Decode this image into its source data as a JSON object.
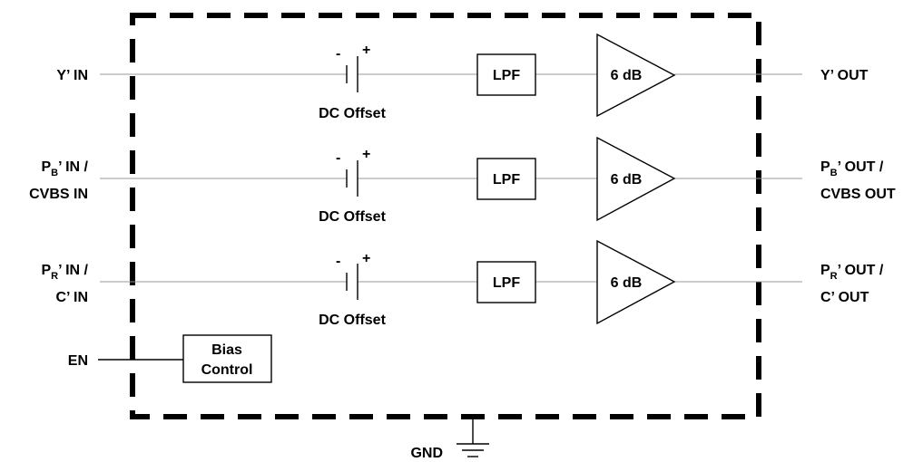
{
  "inputs": [
    {
      "main": "Y’ IN",
      "sub": "",
      "suffix": "",
      "line2": ""
    },
    {
      "main": "P",
      "sub": "B",
      "suffix": "’ IN /",
      "line2": "CVBS IN"
    },
    {
      "main": "P",
      "sub": "R",
      "suffix": "’ IN /",
      "line2": "C’ IN"
    }
  ],
  "outputs": [
    {
      "main": "Y’ OUT",
      "sub": "",
      "suffix": "",
      "line2": ""
    },
    {
      "main": "P",
      "sub": "B",
      "suffix": "’ OUT /",
      "line2": "CVBS OUT"
    },
    {
      "main": "P",
      "sub": "R",
      "suffix": "’ OUT /",
      "line2": "C’ OUT"
    }
  ],
  "channels": [
    {
      "offset_label": "DC Offset",
      "minus": "-",
      "plus": "+",
      "filter_label": "LPF",
      "amp_label": "6 dB"
    },
    {
      "offset_label": "DC Offset",
      "minus": "-",
      "plus": "+",
      "filter_label": "LPF",
      "amp_label": "6 dB"
    },
    {
      "offset_label": "DC Offset",
      "minus": "-",
      "plus": "+",
      "filter_label": "LPF",
      "amp_label": "6 dB"
    }
  ],
  "enable": {
    "label": "EN"
  },
  "bias": {
    "line1": "Bias",
    "line2": "Control"
  },
  "ground": {
    "label": "GND"
  }
}
